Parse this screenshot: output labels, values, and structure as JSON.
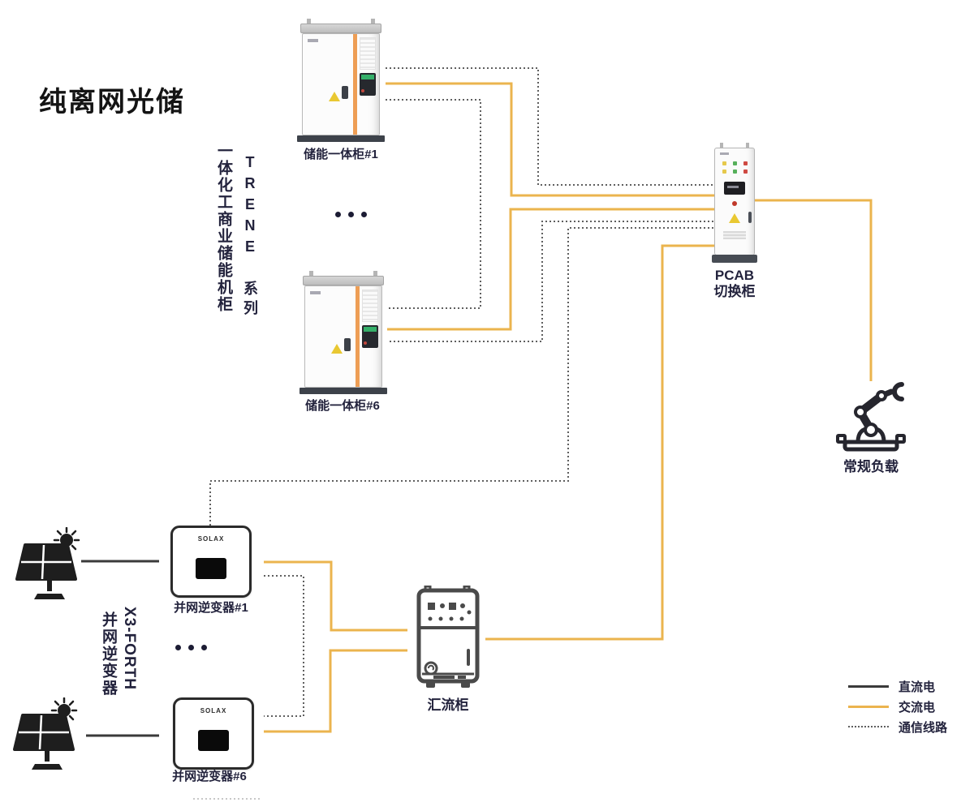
{
  "title": "纯离网光储",
  "colors": {
    "title": "#141414",
    "label": "#23233D",
    "ac": "#EBB44E",
    "dc": "#3A3A3A",
    "comm": "#5F5F5F",
    "stripe": "#EE9E55"
  },
  "storage_group": {
    "name_vertical": "一体化工商业储能机柜",
    "series_vertical": "TRENE 系列",
    "cabinet1_label": "储能一体柜#1",
    "cabinet6_label": "储能一体柜#6"
  },
  "pcab": {
    "line1": "PCAB",
    "line2": "切换柜"
  },
  "load": {
    "label": "常规负载"
  },
  "inverter_group": {
    "model_vertical": "X3-FORTH",
    "name_vertical": "并网逆变器",
    "brand": "SOLAX",
    "inverter1_label": "并网逆变器#1",
    "inverter6_label": "并网逆变器#6"
  },
  "combiner": {
    "label": "汇流柜"
  },
  "legend": {
    "items": [
      {
        "label": "直流电",
        "type": "dc"
      },
      {
        "label": "交流电",
        "type": "ac"
      },
      {
        "label": "通信线路",
        "type": "comm"
      }
    ]
  }
}
